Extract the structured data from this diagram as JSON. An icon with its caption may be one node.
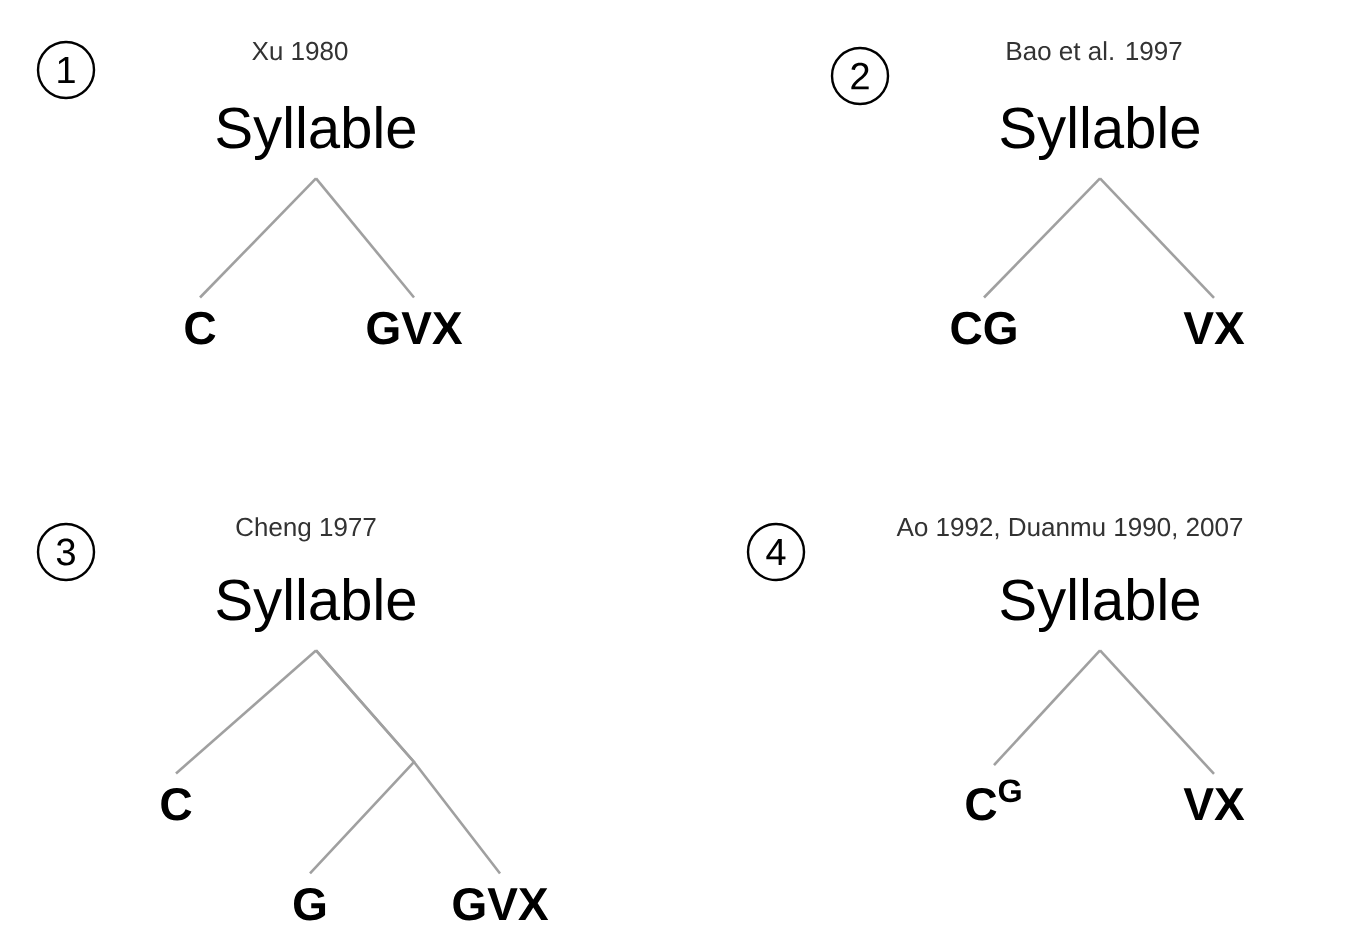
{
  "diagram": {
    "nodes": [
      {
        "text": [
          "Syllable"
        ],
        "beside": [
          "Xu 1980"
        ]
      },
      {
        "text": [
          "C"
        ]
      },
      {
        "text": [
          "GVX"
        ]
      },
      {
        "text": [
          "Syllable"
        ],
        "beside": [
          "Bao et al. 1997"
        ]
      },
      {
        "text": [
          "CG"
        ]
      },
      {
        "text": [
          "VX"
        ]
      },
      {
        "text": [
          "Syllable"
        ],
        "beside": [
          "Cheng 1977"
        ]
      },
      {
        "text": [
          "C"
        ]
      },
      {
        "text": [
          "G"
        ]
      },
      {
        "text": [
          "GVX"
        ]
      },
      {
        "text": [
          "Syllable"
        ],
        "beside": [
          "Ao 1992, Duanmu 1990, 2007"
        ]
      },
      {
        "text": [
          "C$^{G}$"
        ]
      },
      {
        "text": [
          "VX"
        ]
      }
    ],
    "edges": [
      {
        "from": 0,
        "to": 1,
        "arrow": "none"
      },
      {
        "from": 0,
        "to": 2,
        "arrow": "none"
      },
      {
        "from": 3,
        "to": 4,
        "arrow": "none"
      },
      {
        "from": 3,
        "to": 5,
        "arrow": "none"
      },
      {
        "from": 6,
        "to": 7,
        "arrow": "none"
      },
      {
        "from": 6,
        "to": 8,
        "arrow": "none"
      },
      {
        "from": 6,
        "to": 9,
        "arrow": "none"
      },
      {
        "from": 10,
        "to": 11,
        "arrow": "none"
      },
      {
        "from": 10,
        "to": 12,
        "arrow": "none"
      }
    ],
    "labels": [
      "1",
      "2",
      "3",
      "4"
    ]
  }
}
